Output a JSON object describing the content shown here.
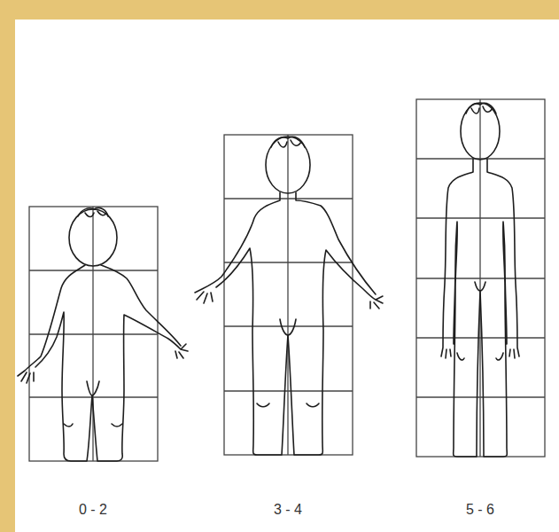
{
  "diagram": {
    "labels": [
      "0 - 2",
      "3 - 4",
      "5 - 6"
    ]
  }
}
